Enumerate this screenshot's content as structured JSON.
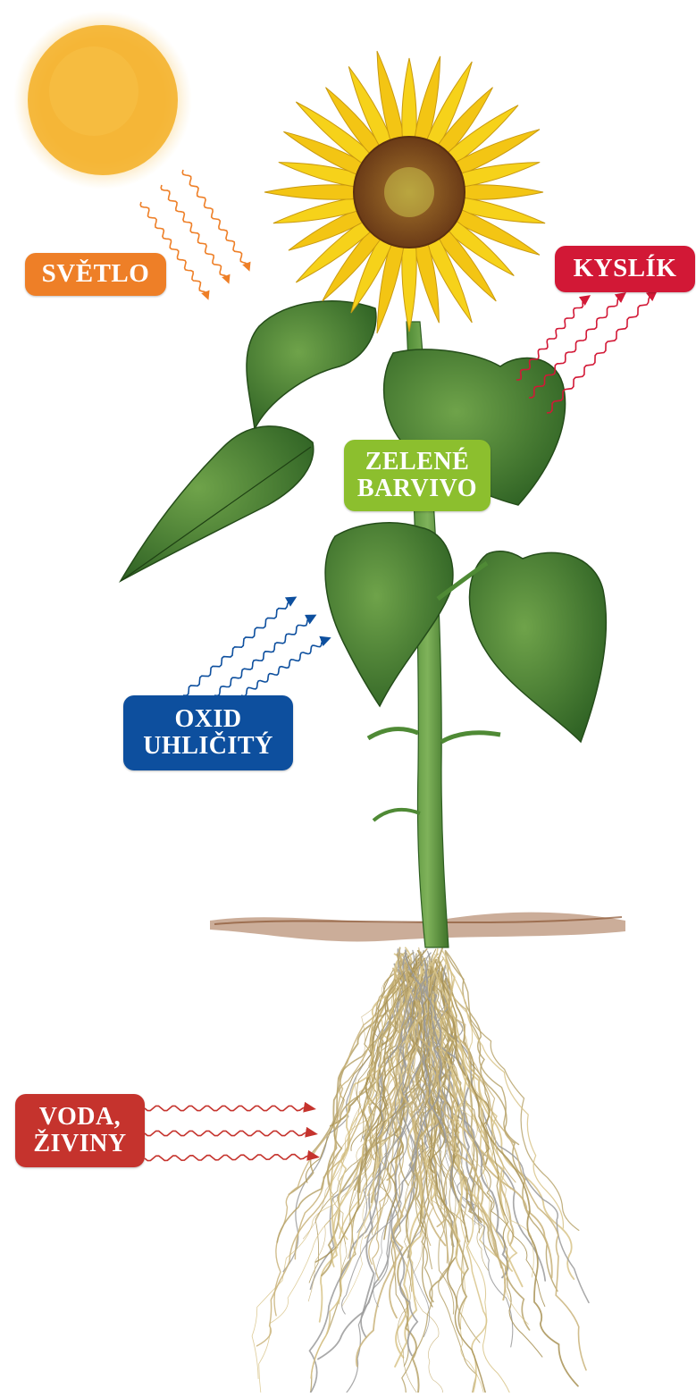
{
  "colors": {
    "light": "#ee7f27",
    "oxygen": "#d21836",
    "chlorophyll": "#8cbf2e",
    "carbon_dioxide": "#0d4f9e",
    "water": "#c5332d",
    "sun": "#f4b22e",
    "leaf": "#3f7a2c",
    "petal": "#f6d21a",
    "soil": "#a06a45",
    "root": "#c9b37a"
  },
  "labels": {
    "light": "SVĚTLO",
    "oxygen": "KYSLÍK",
    "chlorophyll": [
      "ZELENÉ",
      "BARVIVO"
    ],
    "carbon_dioxide": [
      "OXID",
      "UHLIČITÝ"
    ],
    "water_nutrients": [
      "VODA,",
      "ŽIVINY"
    ]
  },
  "icons": {
    "sun": "sun-icon",
    "plant": "sunflower-plant-icon"
  }
}
